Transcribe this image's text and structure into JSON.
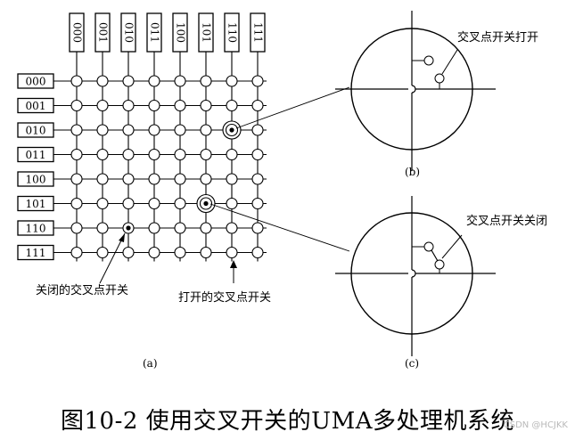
{
  "figure": {
    "caption": "图10-2 使用交叉开关的UMA多处理机系统",
    "watermark": "CSDN @HCJKK"
  },
  "crossbar": {
    "column_labels": [
      "000",
      "001",
      "010",
      "011",
      "100",
      "101",
      "110",
      "111"
    ],
    "row_labels": [
      "000",
      "001",
      "010",
      "011",
      "100",
      "101",
      "110",
      "111"
    ],
    "closed_crosspoint": {
      "row": "110",
      "col": "010"
    },
    "highlighted_crosspoints": [
      {
        "row": "010",
        "col": "110",
        "detail": "b"
      },
      {
        "row": "101",
        "col": "101",
        "detail": "c"
      }
    ],
    "open_crosspoint_pointer_col": "110",
    "label_closed": "关闭的交叉点开关",
    "label_open": "打开的交叉点开关",
    "panel_label": "(a)"
  },
  "detail_b": {
    "title": "交叉点开关打开",
    "panel_label": "(b)"
  },
  "detail_c": {
    "title": "交叉点开关关闭",
    "panel_label": "(c)"
  }
}
